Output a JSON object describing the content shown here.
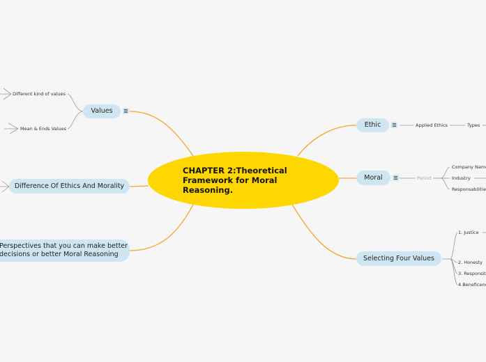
{
  "central": {
    "title": "CHAPTER 2:Theoretical Framework for Moral Reasoning."
  },
  "left": {
    "values": {
      "label": "Values",
      "children": [
        "Different kind of values",
        "Mean & Ends Values"
      ]
    },
    "difference": {
      "label": "Difference Of Ethics And Morality"
    },
    "perspectives": {
      "label": "Perspectives that you can make better\ndecisions or better Moral Reasoning"
    }
  },
  "right": {
    "ethic": {
      "label": "Ethic",
      "child": "Applied Ethics",
      "grandchild": "Types"
    },
    "moral": {
      "label": "Moral",
      "child": "Period",
      "grandchildren": [
        "Company Name",
        "Industry",
        "Responsabilities"
      ]
    },
    "selecting": {
      "label": "Selecting Four Values",
      "children": [
        "1. Justice",
        "2. Honesty",
        "3. Responsit",
        "4.Beneficenc"
      ]
    }
  },
  "colors": {
    "connector_main": "#f5a623",
    "connector_sub": "#999999",
    "central_fill": "#ffd700",
    "node_fill": "#cfe6f2"
  },
  "icons": [
    "note-icon"
  ]
}
